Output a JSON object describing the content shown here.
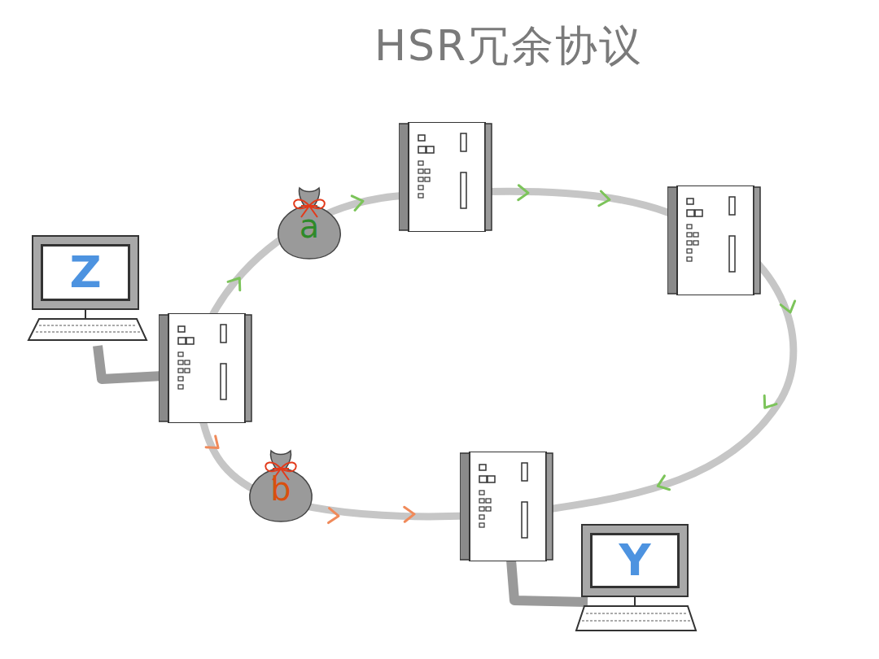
{
  "diagram": {
    "title": "HSR冗余协议",
    "nodes": [
      {
        "text": [
          "Z"
        ]
      },
      {
        "text": [
          "a"
        ]
      },
      {
        "text": [
          "b"
        ]
      },
      {
        "text": [
          "Y"
        ]
      }
    ]
  }
}
